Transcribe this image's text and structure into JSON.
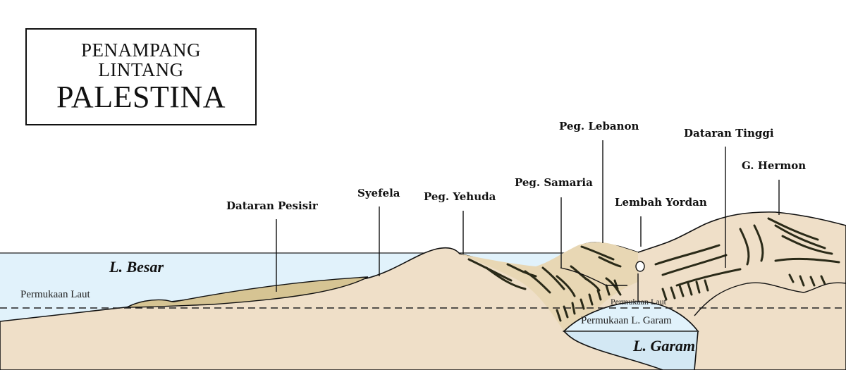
{
  "title": {
    "line1": "PENAMPANG",
    "line2": "LINTANG",
    "line3": "PALESTINA"
  },
  "regions": [
    {
      "label": "Dataran Pesisir"
    },
    {
      "label": "Syefela"
    },
    {
      "label": "Peg. Yehuda"
    },
    {
      "label": "Peg. Samaria"
    },
    {
      "label": "Peg. Lebanon"
    },
    {
      "label": "Lembah Yordan"
    },
    {
      "label": "Dataran Tinggi"
    },
    {
      "label": "G. Hermon"
    }
  ],
  "water_bodies": {
    "sea": "L. Besar",
    "dead_sea": "L. Garam"
  },
  "levels": {
    "sea_level_left": "Permukaan Laut",
    "sea_level_center": "Permukaan Laut",
    "dead_sea_level": "Permukaan L. Garam"
  },
  "colors": {
    "land": "#efdfc8",
    "coastal_plain": "#d6c493",
    "sea": "#e1f2fb",
    "dead_sea": "#d3e8f4",
    "outline": "#111111",
    "hatching": "#2a2a18"
  }
}
